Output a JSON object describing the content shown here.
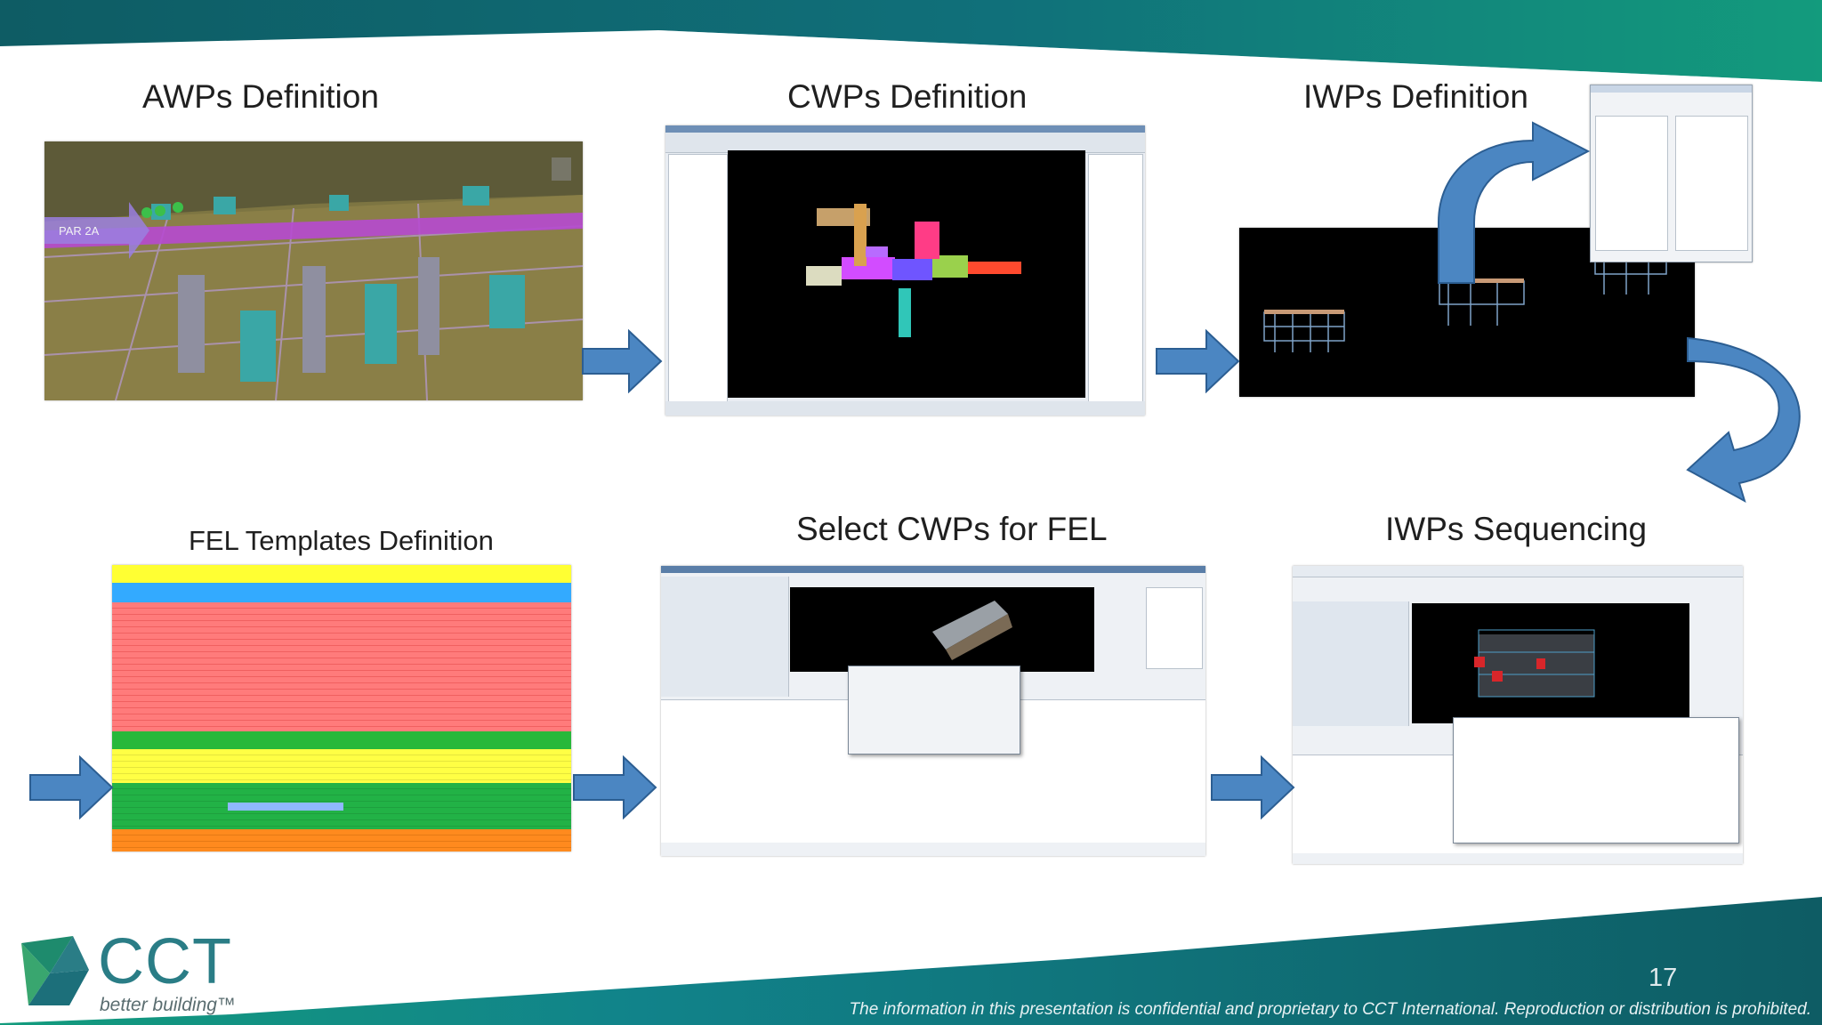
{
  "slide": {
    "page_number": "17",
    "disclaimer": "The information in this presentation is confidential and proprietary to CCT International. Reproduction or distribution is prohibited.",
    "colors": {
      "teal_dark": "#0f5d63",
      "teal": "#13808a",
      "green": "#159b7a",
      "arrow_blue": "#4b86c2"
    }
  },
  "steps": [
    {
      "title": "AWPs Definition"
    },
    {
      "title": "CWPs Definition"
    },
    {
      "title": "IWPs Definition"
    },
    {
      "title": "FEL Templates Definition"
    },
    {
      "title": "Select CWPs for FEL"
    },
    {
      "title": "IWPs Sequencing"
    }
  ],
  "screenshots": {
    "awp_label": "PAR 2A"
  },
  "logo": {
    "brand": "CCT",
    "tagline": "better building™"
  }
}
